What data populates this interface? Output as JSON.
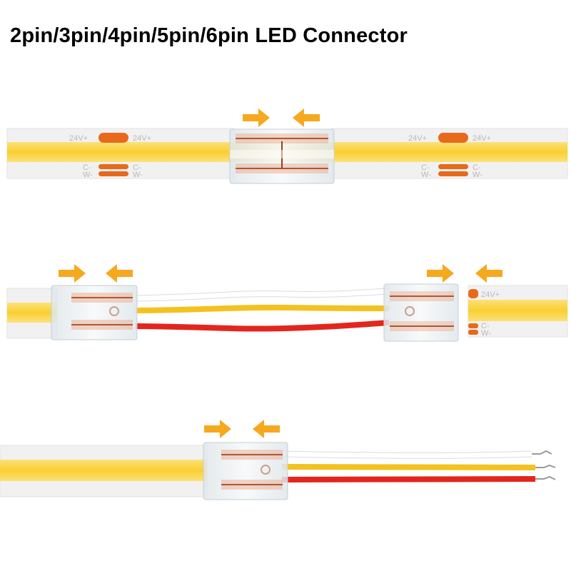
{
  "title": "2pin/3pin/4pin/5pin/6pin LED Connector",
  "strip_labels": {
    "positive": "24V+",
    "cold": "C-",
    "warm": "W-"
  },
  "colors": {
    "led_yellow": "#f9d23c",
    "strip_white": "#f1f1f1",
    "pad_orange": "#e8691c",
    "arrow_orange": "#f6a81f",
    "wire_white": "#ffffff",
    "wire_yellow": "#f3c21e",
    "wire_red": "#e3261d"
  },
  "scenes": [
    {
      "name": "strip-to-strip"
    },
    {
      "name": "strip-to-strip-with-wire"
    },
    {
      "name": "strip-to-wire"
    }
  ]
}
